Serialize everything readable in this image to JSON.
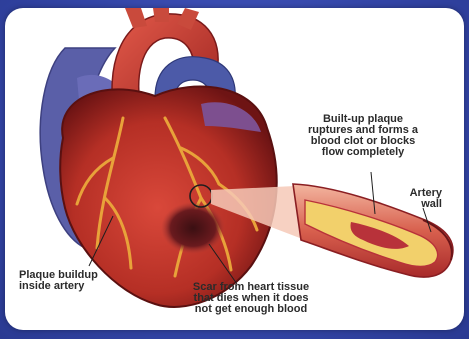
{
  "labels": {
    "plaque_rupture": "Built-up plaque\nruptures and forms a\nblood clot or blocks\nflow completely",
    "artery_wall": "Artery\nwall",
    "plaque_buildup": "Plaque buildup\ninside artery",
    "scar_tissue": "Scar from heart tissue\nthat dies when it does\nnot get enough blood"
  },
  "colors": {
    "background": "#3a4bb0",
    "panel": "#ffffff",
    "heart_muscle": "#c0392b",
    "heart_dark": "#7a1a1a",
    "vein_blue": "#5a5fa8",
    "coronary_artery": "#e8a23a",
    "plaque": "#f2d06b",
    "artery_wall": "#b8323a"
  }
}
